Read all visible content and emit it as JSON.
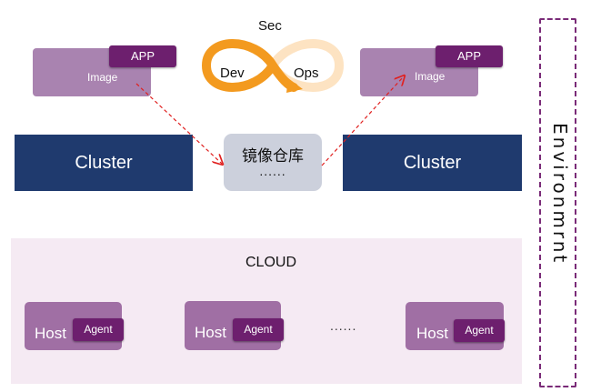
{
  "devsecops": {
    "sec": "Sec",
    "dev": "Dev",
    "ops": "Ops"
  },
  "image_left": {
    "app": "APP",
    "image": "Image"
  },
  "image_right": {
    "app": "APP",
    "image": "Image"
  },
  "clusters": {
    "left": "Cluster",
    "right": "Cluster"
  },
  "registry": {
    "title": "镜像仓库",
    "dots": "......"
  },
  "cloud": {
    "label": "CLOUD",
    "hosts": [
      {
        "host": "Host",
        "agent": "Agent"
      },
      {
        "host": "Host",
        "agent": "Agent"
      },
      {
        "host": "Host",
        "agent": "Agent"
      }
    ],
    "ellipsis": "......"
  },
  "environment": {
    "label": "Environmrnt"
  },
  "colors": {
    "cluster": "#1f3a6e",
    "tag": "#6d1f6e",
    "image_box": "#a983b0",
    "host_box": "#a06fa4",
    "cloud_bg": "#f5eaf3",
    "arrow": "#e0201f",
    "infinity_orange": "#f39a1f"
  }
}
